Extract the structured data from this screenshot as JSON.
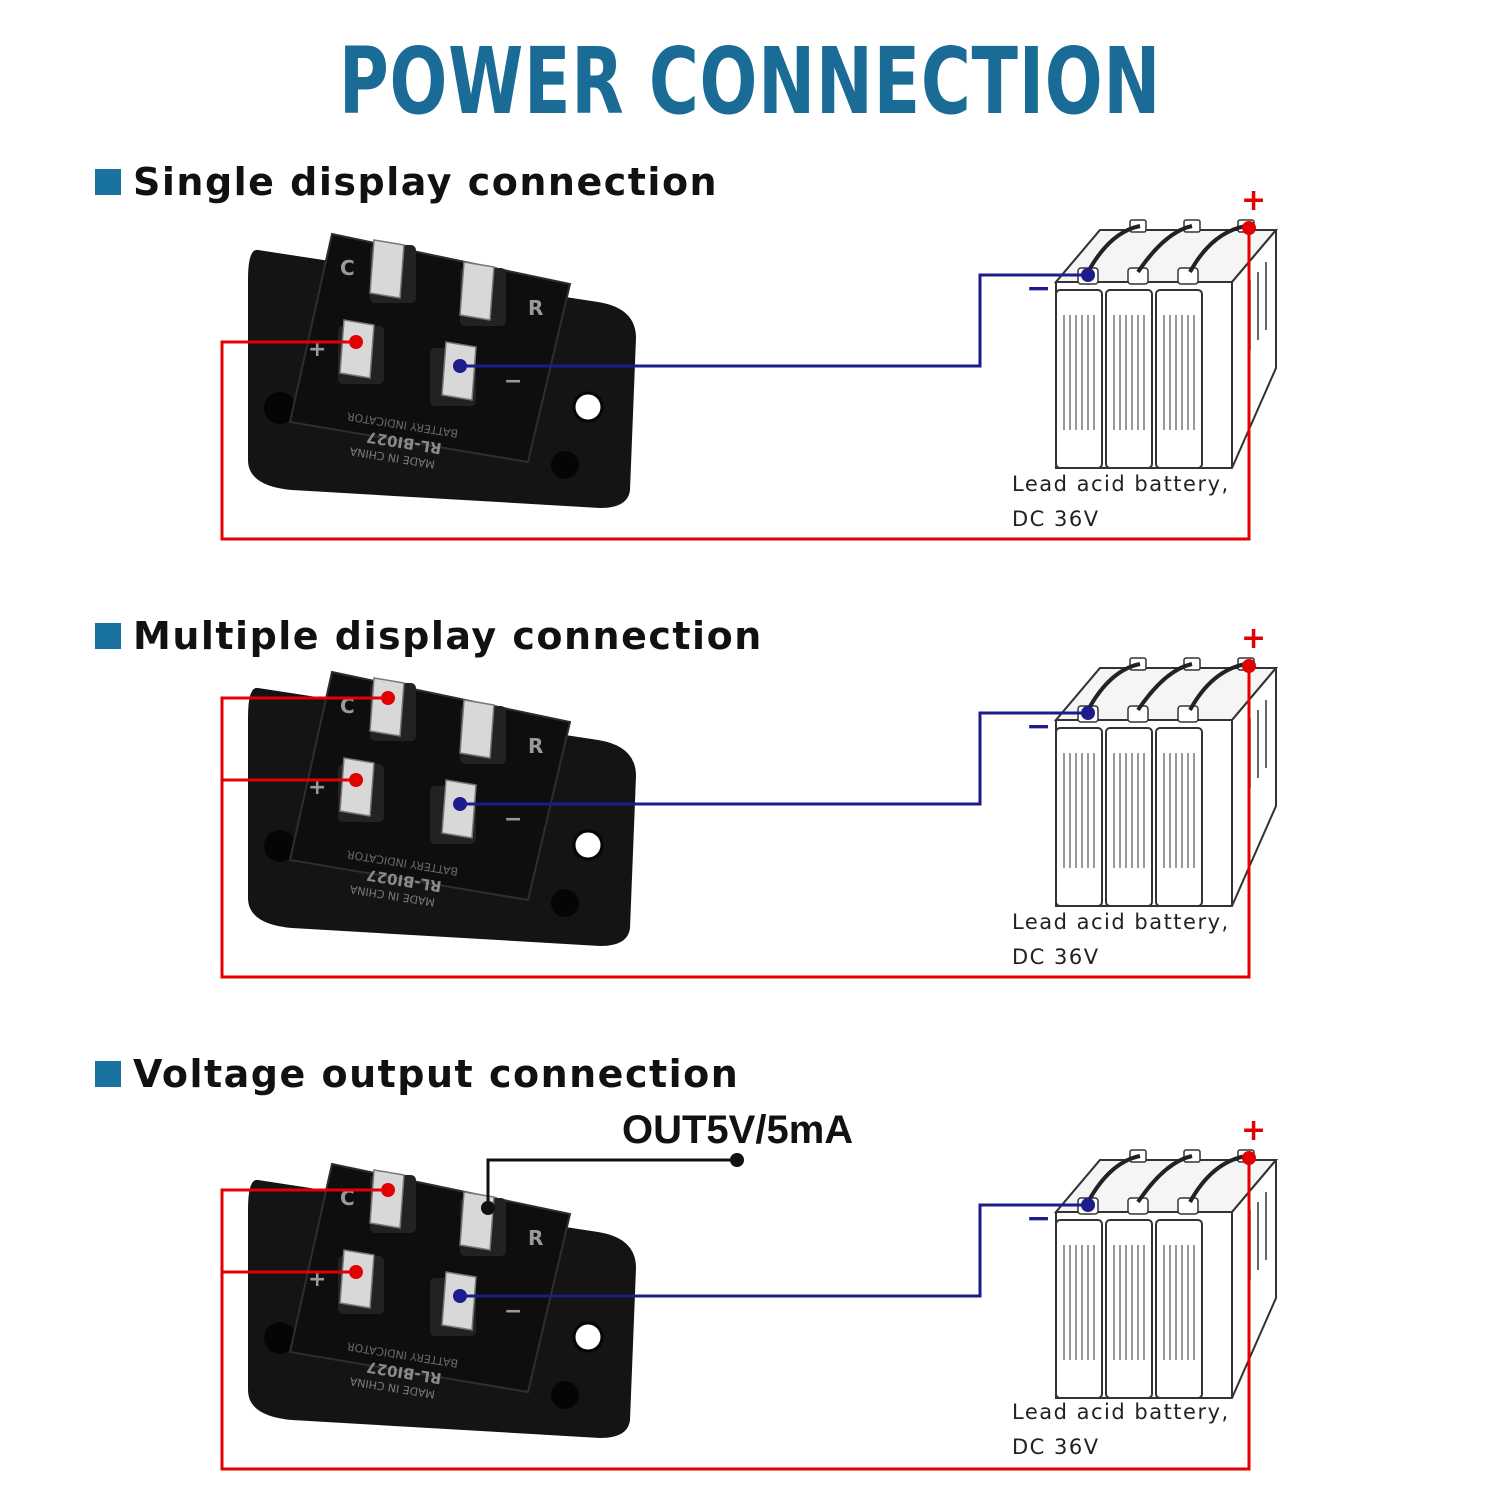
{
  "title": "POWER CONNECTION",
  "sections": [
    {
      "heading": "Single display connection",
      "battery": {
        "line1": "Lead acid battery,",
        "line2": "DC 36V"
      }
    },
    {
      "heading": "Multiple display connection",
      "battery": {
        "line1": "Lead acid battery,",
        "line2": "DC 36V"
      }
    },
    {
      "heading": "Voltage output connection",
      "output_label": "OUT5V/5mA",
      "battery": {
        "line1": "Lead acid battery,",
        "line2": "DC 36V"
      }
    }
  ],
  "meter": {
    "terminal_c": "C",
    "terminal_r": "R",
    "terminal_plus": "+",
    "terminal_minus": "−",
    "label_made_in": "MADE IN CHINA",
    "label_model": "RL-BI027",
    "label_type": "BATTERY INDICATOR"
  },
  "polarity": {
    "plus": "+",
    "minus": "−"
  },
  "colors": {
    "title": "#1a6b95",
    "heading_square": "#1a72a0",
    "positive_wire": "#e30000",
    "negative_wire": "#1c1c8c",
    "signal_wire": "#111111"
  }
}
